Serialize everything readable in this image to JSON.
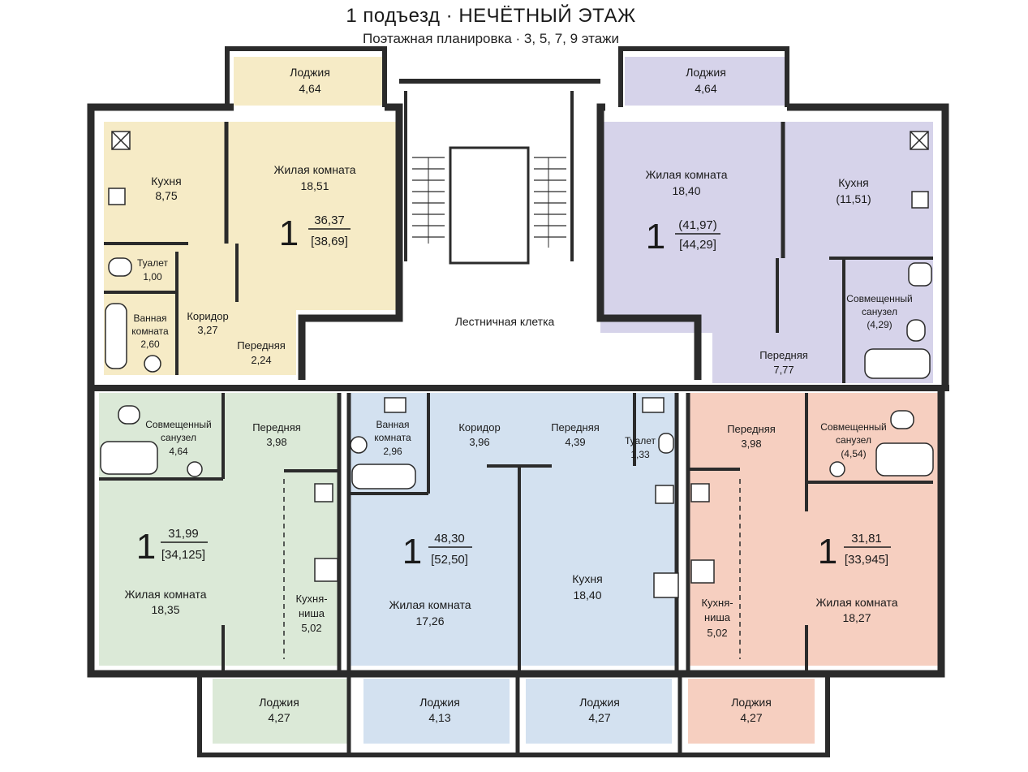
{
  "header": {
    "title": "1 подъезд · НЕЧЁТНЫЙ ЭТАЖ",
    "subtitle": "Поэтажная планировка · 3, 5, 7, 9 этажи"
  },
  "colors": {
    "apt1": "#f6ebc6",
    "apt2": "#d6d3ea",
    "apt3": "#dbe9d7",
    "apt4": "#d3e1f0",
    "apt5": "#f6cfc0",
    "wall": "#2b2b2b",
    "floor_common": "#ffffff"
  },
  "stair": {
    "label": "Лестничная клетка"
  },
  "apartments": [
    {
      "rooms_count": "1",
      "area": "36,37",
      "area_total": "[38,69]",
      "rooms": [
        {
          "name": "Лоджия",
          "area": "4,64"
        },
        {
          "name": "Кухня",
          "area": "8,75"
        },
        {
          "name": "Жилая комната",
          "area": "18,51"
        },
        {
          "name": "Туалет",
          "area": "1,00"
        },
        {
          "name": "Ванная",
          "name2": "комната",
          "area": "2,60"
        },
        {
          "name": "Коридор",
          "area": "3,27"
        },
        {
          "name": "Передняя",
          "area": "2,24"
        }
      ]
    },
    {
      "rooms_count": "1",
      "area": "(41,97)",
      "area_total": "[44,29]",
      "rooms": [
        {
          "name": "Лоджия",
          "area": "4,64"
        },
        {
          "name": "Жилая комната",
          "area": "18,40"
        },
        {
          "name": "Кухня",
          "area": "(11,51)"
        },
        {
          "name": "Совмещенный",
          "name2": "санузел",
          "area": "(4,29)"
        },
        {
          "name": "Передняя",
          "area": "7,77"
        }
      ]
    },
    {
      "rooms_count": "1",
      "area": "31,99",
      "area_total": "[34,125]",
      "rooms": [
        {
          "name": "Совмещенный",
          "name2": "санузел",
          "area": "4,64"
        },
        {
          "name": "Передняя",
          "area": "3,98"
        },
        {
          "name": "Жилая комната",
          "area": "18,35"
        },
        {
          "name": "Кухня-",
          "name2": "ниша",
          "area": "5,02"
        },
        {
          "name": "Лоджия",
          "area": "4,27"
        }
      ]
    },
    {
      "rooms_count": "1",
      "area": "48,30",
      "area_total": "[52,50]",
      "rooms": [
        {
          "name": "Ванная",
          "name2": "комната",
          "area": "2,96"
        },
        {
          "name": "Коридор",
          "area": "3,96"
        },
        {
          "name": "Передняя",
          "area": "4,39"
        },
        {
          "name": "Туалет",
          "area": "1,33"
        },
        {
          "name": "Жилая комната",
          "area": "17,26"
        },
        {
          "name": "Кухня",
          "area": "18,40"
        },
        {
          "name": "Лоджия",
          "area": "4,13"
        },
        {
          "name": "Лоджия",
          "area": "4,27"
        }
      ]
    },
    {
      "rooms_count": "1",
      "area": "31,81",
      "area_total": "[33,945]",
      "rooms": [
        {
          "name": "Передняя",
          "area": "3,98"
        },
        {
          "name": "Совмещенный",
          "name2": "санузел",
          "area": "(4,54)"
        },
        {
          "name": "Кухня-",
          "name2": "ниша",
          "area": "5,02"
        },
        {
          "name": "Жилая комната",
          "area": "18,27"
        },
        {
          "name": "Лоджия",
          "area": "4,27"
        }
      ]
    }
  ]
}
